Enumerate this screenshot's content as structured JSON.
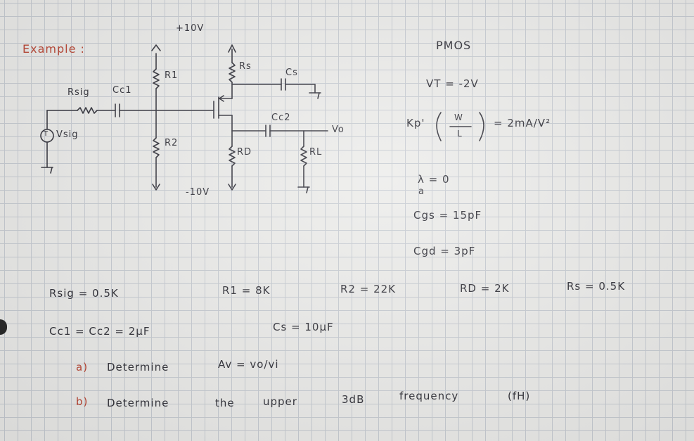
{
  "header": {
    "title": "Example :",
    "device": "PMOS"
  },
  "circuit_labels": {
    "vdd": "+10V",
    "vss": "-10V",
    "rsig": "Rsig",
    "cc1": "Cc1",
    "r1": "R1",
    "r2": "R2",
    "rs": "Rs",
    "cs": "Cs",
    "cc2": "Cc2",
    "vo": "Vo",
    "rd": "RD",
    "rl": "RL",
    "source": "Vsig",
    "source_symbol": "T"
  },
  "params": {
    "vt": "VT = -2V",
    "kp_prefix": "Kp'",
    "kp_w": "W",
    "kp_l": "L",
    "kp_value": "= 2mA/V²",
    "lambda": "λ = 0",
    "lambda_mark": "a",
    "cgs": "Cgs = 15pF",
    "cgd": "Cgd = 3pF"
  },
  "values": {
    "rsig": "Rsig = 0.5K",
    "r1": "R1 = 8K",
    "r2": "R2 = 22K",
    "rd": "RD = 2K",
    "rs": "Rs = 0.5K",
    "cc": "Cc1 = Cc2 = 2μF",
    "cs": "Cs = 10μF"
  },
  "tasks": {
    "a_label": "a)",
    "a_text": "Determine",
    "a_expr": "Av = vo/vi",
    "b_label": "b)",
    "b_text": "Determine",
    "b_words": [
      "the",
      "upper",
      "3dB",
      "frequency",
      "(fH)"
    ]
  }
}
